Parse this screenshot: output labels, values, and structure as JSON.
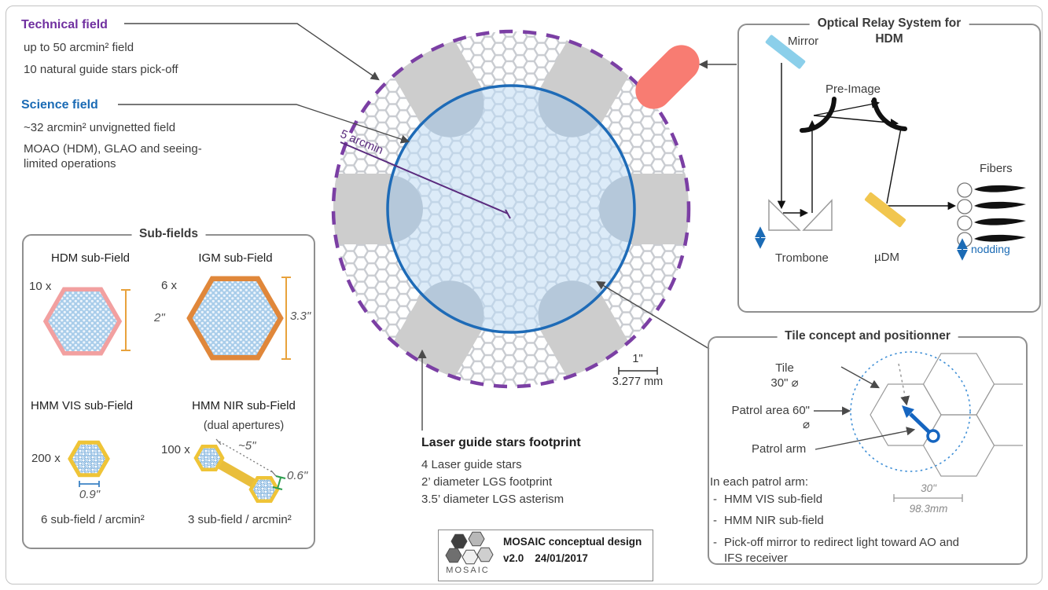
{
  "technical_field": {
    "title": "Technical field",
    "line1": "up to 50 arcmin² field",
    "line2": "10 natural guide stars pick-off"
  },
  "science_field": {
    "title": "Science field",
    "line1": "~32 arcmin² unvignetted field",
    "line2": "MOAO (HDM), GLAO and seeing-limited operations"
  },
  "sub_fields": {
    "title": "Sub-fields",
    "hdm": {
      "name": "HDM sub-Field",
      "count": "10 x",
      "size": "2\""
    },
    "igm": {
      "name": "IGM sub-Field",
      "count": "6 x",
      "size": "3.3\""
    },
    "hmm_vis": {
      "name": "HMM VIS sub-Field",
      "count": "200 x",
      "size": "0.9\"",
      "density": "6 sub-field / arcmin²"
    },
    "hmm_nir": {
      "name": "HMM NIR sub-Field",
      "note": "(dual apertures)",
      "count": "100 x",
      "length": "~5\"",
      "aperture": "0.6\"",
      "density": "3 sub-field / arcmin²"
    }
  },
  "field_diagram": {
    "radius_label": "5 arcmin",
    "scale_arcsec": "1\"",
    "scale_mm": "3.277 mm"
  },
  "lgs": {
    "title": "Laser guide stars footprint",
    "line1": "4 Laser guide stars",
    "line2": "2’ diameter LGS footprint",
    "line3": "3.5’ diameter LGS asterism"
  },
  "optical_relay": {
    "title_line1": "Optical Relay System for",
    "title_line2": "HDM",
    "mirror": "Mirror",
    "pre_image": "Pre-Image",
    "fibers": "Fibers",
    "trombone": "Trombone",
    "udm": "µDM",
    "nodding": "nodding"
  },
  "tile": {
    "title": "Tile concept and positionner",
    "tile_line1": "Tile",
    "tile_line2": "30\" ⌀",
    "patrol_line1": "Patrol area 60\"",
    "patrol_line2": "⌀",
    "patrol_arm": "Patrol arm",
    "scale_arcsec": "30\"",
    "scale_mm": "98.3mm",
    "list_title": "In each patrol arm:",
    "bullet": "-",
    "items": [
      "HMM VIS sub-field",
      "HMM NIR sub-field",
      "Pick-off mirror to redirect light toward AO and IFS receiver"
    ]
  },
  "logo": {
    "brand": "MOSAIC",
    "product": "MOSAIC conceptual design",
    "version": "v2.0",
    "date": "24/01/2017"
  },
  "colors": {
    "technical_purple": "#7030A0",
    "science_blue": "#1B6BB5",
    "subfields_orange": "#F0953B",
    "dashed_circle": "#7B3FA4",
    "science_circle": "#1E6BB7",
    "wedge_gray": "#CDCDCD",
    "lobe_blue_gray": "#B5C8DA",
    "pickoff_capsule": "#F87C72",
    "mirror_blue": "#8BCFEA",
    "udm_yellow": "#F1C64F",
    "hdm_hex_pink": "#F2A0A0",
    "igm_hex_orange": "#E0873A",
    "hmm_hex_yellow": "#EFC437",
    "measure_green": "#2E9E4F"
  }
}
